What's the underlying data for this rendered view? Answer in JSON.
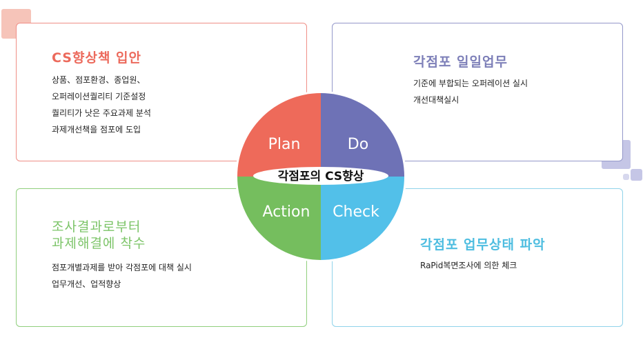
{
  "center": {
    "label": "각점포의 CS향상"
  },
  "quadrants": {
    "plan": {
      "label": "Plan",
      "color": "#ee6a5a",
      "title": "CS향상책 입안",
      "lines": [
        "상품、점포환경、종업원、",
        "오퍼레이션퀄리티 기준설정",
        "퀄리티가 낫은 주요과제 분석",
        "과제개선책을 점포에 도입"
      ]
    },
    "do": {
      "label": "Do",
      "color": "#6e72b6",
      "title": "각점포 일일업무",
      "lines": [
        "기준에 부합되는 오퍼레이션 실시",
        "개선대책실시"
      ]
    },
    "action": {
      "label": "Action",
      "color": "#75be5e",
      "title_lines": [
        "조사결과로부터",
        "과제해결에 착수"
      ],
      "lines": [
        "점포개별과제를 받아 각점포에 대책 실시",
        "업무개선、업적향상"
      ]
    },
    "check": {
      "label": "Check",
      "color": "#52c0e9",
      "title": "각점포 업무상태 파악",
      "lines": [
        "RaPid복면조사에 의한 체크"
      ]
    }
  }
}
